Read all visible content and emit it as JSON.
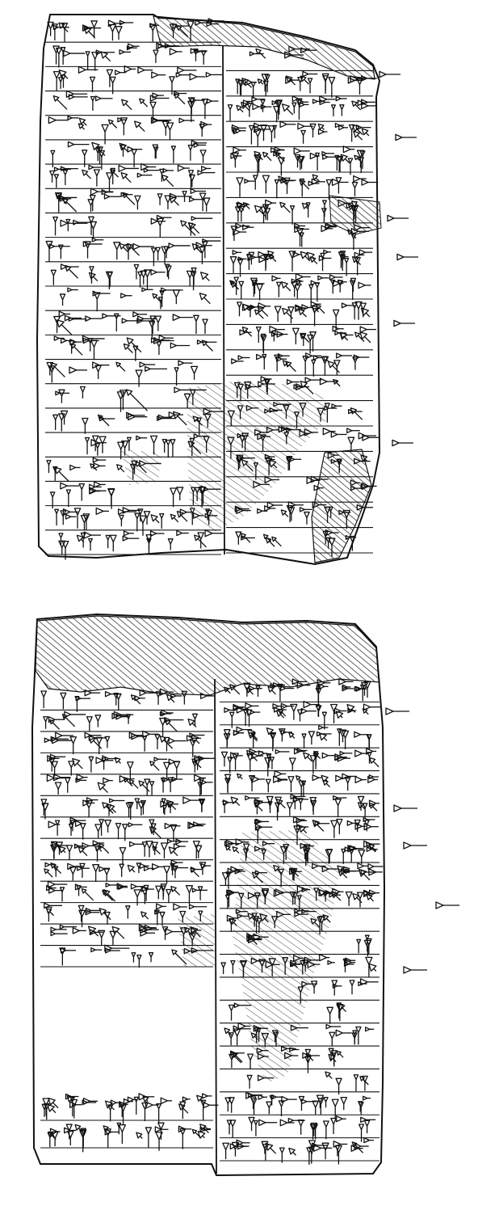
{
  "figure": {
    "ink_color": "#111111",
    "hatch_color": "#222222",
    "paper_color": "#ffffff"
  },
  "tablets": [
    {
      "id": "upper",
      "columns": [
        {
          "lines": [
            {
              "signs": 6,
              "seed": 11,
              "damaged": false
            },
            {
              "signs": 5,
              "seed": 12,
              "damaged": false
            },
            {
              "signs": 6,
              "seed": 13,
              "damaged": false
            },
            {
              "signs": 5,
              "seed": 14,
              "damaged": false
            },
            {
              "signs": 6,
              "seed": 15,
              "damaged": false
            },
            {
              "signs": 5,
              "seed": 16,
              "damaged": false
            },
            {
              "signs": 6,
              "seed": 17,
              "damaged": false
            },
            {
              "signs": 5,
              "seed": 18,
              "damaged": false
            },
            {
              "signs": 4,
              "seed": 19,
              "damaged": false
            },
            {
              "signs": 5,
              "seed": 20,
              "damaged": false
            },
            {
              "signs": 6,
              "seed": 21,
              "damaged": false
            },
            {
              "signs": 4,
              "seed": 22,
              "damaged": false
            },
            {
              "signs": 5,
              "seed": 23,
              "damaged": false
            },
            {
              "signs": 5,
              "seed": 24,
              "damaged": false
            },
            {
              "signs": 4,
              "seed": 25,
              "damaged": false
            },
            {
              "signs": 3,
              "seed": 26,
              "damaged": false
            },
            {
              "signs": 5,
              "seed": 27,
              "damaged": false
            },
            {
              "signs": 5,
              "seed": 28,
              "damaged": true
            },
            {
              "signs": 5,
              "seed": 29,
              "damaged": true
            },
            {
              "signs": 6,
              "seed": 30,
              "damaged": true
            },
            {
              "signs": 6,
              "seed": 31,
              "damaged": false
            },
            {
              "signs": 6,
              "seed": 32,
              "damaged": false
            }
          ]
        },
        {
          "lines": [
            {
              "signs": 3,
              "seed": 41,
              "damaged": true
            },
            {
              "signs": 6,
              "seed": 42,
              "damaged": false
            },
            {
              "signs": 7,
              "seed": 43,
              "damaged": false
            },
            {
              "signs": 7,
              "seed": 44,
              "damaged": false
            },
            {
              "signs": 7,
              "seed": 45,
              "damaged": false
            },
            {
              "signs": 6,
              "seed": 46,
              "damaged": false
            },
            {
              "signs": 6,
              "seed": 47,
              "damaged": false
            },
            {
              "signs": 5,
              "seed": 48,
              "damaged": true
            },
            {
              "signs": 8,
              "seed": 49,
              "damaged": false
            },
            {
              "signs": 7,
              "seed": 50,
              "damaged": false
            },
            {
              "signs": 7,
              "seed": 51,
              "damaged": false
            },
            {
              "signs": 7,
              "seed": 52,
              "damaged": false
            },
            {
              "signs": 6,
              "seed": 53,
              "damaged": false
            },
            {
              "signs": 5,
              "seed": 54,
              "damaged": true
            },
            {
              "signs": 5,
              "seed": 55,
              "damaged": true
            },
            {
              "signs": 6,
              "seed": 56,
              "damaged": false
            },
            {
              "signs": 6,
              "seed": 57,
              "damaged": true
            },
            {
              "signs": 6,
              "seed": 58,
              "damaged": true
            },
            {
              "signs": 6,
              "seed": 59,
              "damaged": false
            },
            {
              "signs": 5,
              "seed": 60,
              "damaged": true
            }
          ]
        }
      ]
    },
    {
      "id": "lower",
      "columns": [
        {
          "lines": [
            {
              "signs": 6,
              "seed": 71,
              "damaged": false
            },
            {
              "signs": 5,
              "seed": 72,
              "damaged": false
            },
            {
              "signs": 6,
              "seed": 73,
              "damaged": false
            },
            {
              "signs": 7,
              "seed": 74,
              "damaged": false
            },
            {
              "signs": 7,
              "seed": 75,
              "damaged": false
            },
            {
              "signs": 6,
              "seed": 76,
              "damaged": false
            },
            {
              "signs": 7,
              "seed": 77,
              "damaged": false
            },
            {
              "signs": 7,
              "seed": 78,
              "damaged": false
            },
            {
              "signs": 7,
              "seed": 79,
              "damaged": false
            },
            {
              "signs": 6,
              "seed": 80,
              "damaged": false
            },
            {
              "signs": 6,
              "seed": 81,
              "damaged": false
            },
            {
              "signs": 6,
              "seed": 82,
              "damaged": false
            },
            {
              "signs": 4,
              "seed": 83,
              "damaged": false
            }
          ],
          "bottom_lines": [
            {
              "signs": 9,
              "seed": 91,
              "damaged": false
            },
            {
              "signs": 9,
              "seed": 92,
              "damaged": false
            }
          ]
        },
        {
          "lines": [
            {
              "signs": 7,
              "seed": 101,
              "damaged": false
            },
            {
              "signs": 7,
              "seed": 102,
              "damaged": false
            },
            {
              "signs": 7,
              "seed": 103,
              "damaged": false
            },
            {
              "signs": 7,
              "seed": 104,
              "damaged": false
            },
            {
              "signs": 7,
              "seed": 105,
              "damaged": false
            },
            {
              "signs": 7,
              "seed": 106,
              "damaged": false
            },
            {
              "signs": 7,
              "seed": 107,
              "damaged": true
            },
            {
              "signs": 8,
              "seed": 108,
              "damaged": false
            },
            {
              "signs": 7,
              "seed": 109,
              "damaged": false
            },
            {
              "signs": 9,
              "seed": 110,
              "damaged": false
            },
            {
              "signs": 7,
              "seed": 111,
              "damaged": true
            },
            {
              "signs": 7,
              "seed": 112,
              "damaged": true
            },
            {
              "signs": 8,
              "seed": 113,
              "damaged": false
            },
            {
              "signs": 6,
              "seed": 114,
              "damaged": true
            },
            {
              "signs": 6,
              "seed": 115,
              "damaged": true
            },
            {
              "signs": 6,
              "seed": 116,
              "damaged": true
            },
            {
              "signs": 6,
              "seed": 117,
              "damaged": true
            },
            {
              "signs": 6,
              "seed": 118,
              "damaged": true
            },
            {
              "signs": 7,
              "seed": 119,
              "damaged": false
            },
            {
              "signs": 6,
              "seed": 120,
              "damaged": false
            },
            {
              "signs": 6,
              "seed": 121,
              "damaged": false
            }
          ]
        }
      ]
    }
  ]
}
